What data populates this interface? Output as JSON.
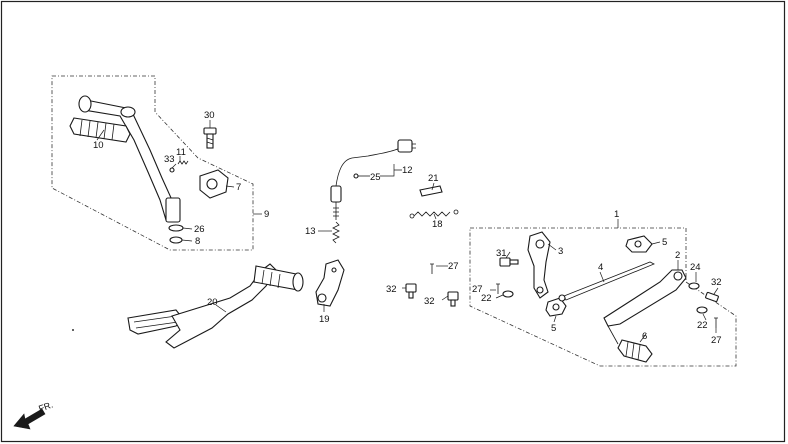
{
  "diagram": {
    "direction_label": "FR.",
    "callouts": [
      {
        "id": "c1",
        "text": "1"
      },
      {
        "id": "c2",
        "text": "2"
      },
      {
        "id": "c3",
        "text": "3"
      },
      {
        "id": "c4",
        "text": "4"
      },
      {
        "id": "c5a",
        "text": "5"
      },
      {
        "id": "c5b",
        "text": "5"
      },
      {
        "id": "c6",
        "text": "6"
      },
      {
        "id": "c7",
        "text": "7"
      },
      {
        "id": "c8",
        "text": "8"
      },
      {
        "id": "c9",
        "text": "9"
      },
      {
        "id": "c10",
        "text": "10"
      },
      {
        "id": "c11",
        "text": "11"
      },
      {
        "id": "c12",
        "text": "12"
      },
      {
        "id": "c13",
        "text": "13"
      },
      {
        "id": "c18",
        "text": "18"
      },
      {
        "id": "c19",
        "text": "19"
      },
      {
        "id": "c20",
        "text": "20"
      },
      {
        "id": "c21",
        "text": "21"
      },
      {
        "id": "c22a",
        "text": "22"
      },
      {
        "id": "c22b",
        "text": "22"
      },
      {
        "id": "c24",
        "text": "24"
      },
      {
        "id": "c25",
        "text": "25"
      },
      {
        "id": "c26",
        "text": "26"
      },
      {
        "id": "c27a",
        "text": "27"
      },
      {
        "id": "c27b",
        "text": "27"
      },
      {
        "id": "c27c",
        "text": "27"
      },
      {
        "id": "c30",
        "text": "30"
      },
      {
        "id": "c31",
        "text": "31"
      },
      {
        "id": "c32a",
        "text": "32"
      },
      {
        "id": "c32b",
        "text": "32"
      },
      {
        "id": "c32c",
        "text": "32"
      },
      {
        "id": "c33",
        "text": "33"
      }
    ]
  }
}
